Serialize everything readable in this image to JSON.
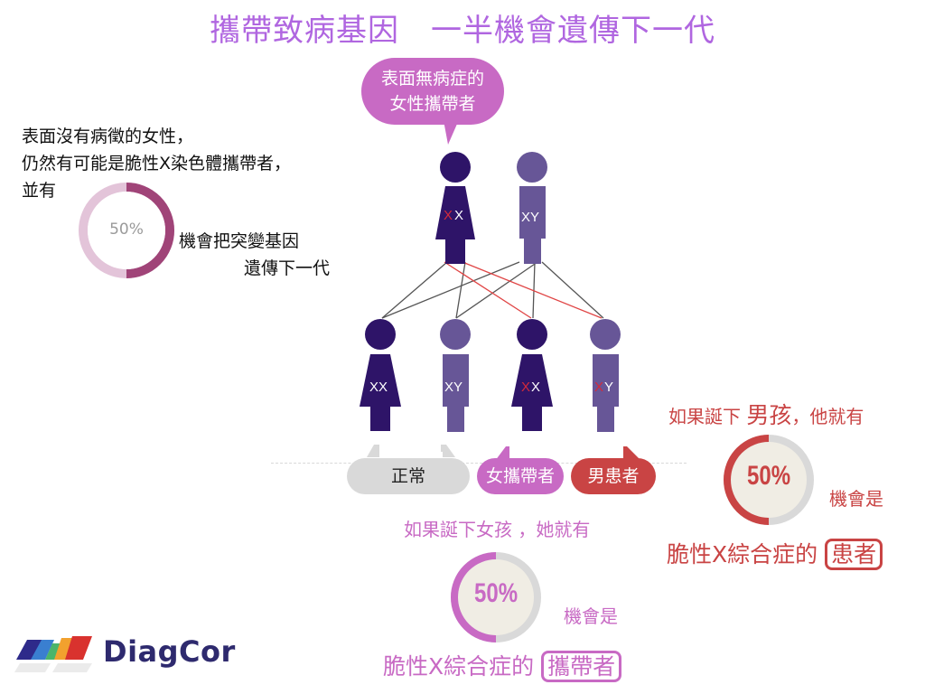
{
  "title": "攜帶致病基因　一半機會遺傳下一代",
  "colors": {
    "title": "#b066e0",
    "carrier_female": "#2e1468",
    "normal_male": "#675697",
    "mutation_red": "#d42a3a",
    "carrier_purple": "#c86ac4",
    "patient_red": "#c94444",
    "normal_gray": "#d9d9d9",
    "donut_left_dark": "#a04478",
    "donut_left_light": "#e3c4d9",
    "donut_inner": "#f0ede4"
  },
  "left_note": {
    "line1": "表面沒有病徵的女性，",
    "line2": "仍然有可能是脆性X染色體攜帶者，",
    "line3": "並有",
    "donut_value": "50%",
    "line4": "機會把突變基因",
    "line5": "遺傳下一代"
  },
  "top_bubble": {
    "line1": "表面無病症的",
    "line2": "女性攜帶者"
  },
  "parents": [
    {
      "sex": "female",
      "chromosomes": [
        "X",
        "X"
      ],
      "mutated": [
        true,
        false
      ]
    },
    {
      "sex": "male",
      "chromosomes": [
        "X",
        "Y"
      ],
      "mutated": [
        false,
        false
      ]
    }
  ],
  "children": [
    {
      "sex": "female",
      "chromosomes": [
        "X",
        "X"
      ],
      "mutated": [
        false,
        false
      ]
    },
    {
      "sex": "male",
      "chromosomes": [
        "X",
        "Y"
      ],
      "mutated": [
        false,
        false
      ]
    },
    {
      "sex": "female",
      "chromosomes": [
        "X",
        "X"
      ],
      "mutated": [
        true,
        false
      ]
    },
    {
      "sex": "male",
      "chromosomes": [
        "X",
        "Y"
      ],
      "mutated": [
        true,
        false
      ]
    }
  ],
  "labels": {
    "normal": "正常",
    "female_carrier": "女攜帶者",
    "male_patient": "男患者"
  },
  "girl_panel": {
    "line1": "如果誕下女孩 ，她就有",
    "value": "50%",
    "chance": "機會是",
    "line3_prefix": "脆性X綜合症的",
    "boxed": "攜帶者"
  },
  "boy_panel": {
    "line1_a": "如果誕下 ",
    "line1_b": "男孩",
    "line1_c": "，他就有",
    "value": "50%",
    "chance": "機會是",
    "line3_prefix": "脆性X綜合症的",
    "boxed": "患者"
  },
  "logo": {
    "text": "DiagCor"
  }
}
